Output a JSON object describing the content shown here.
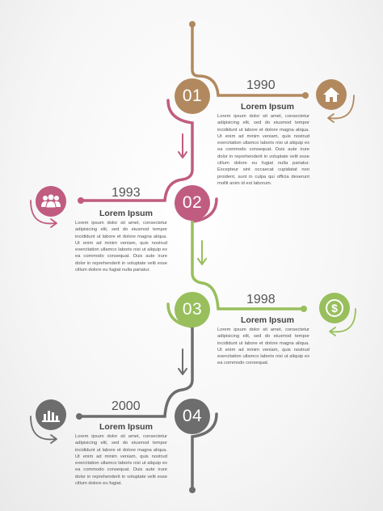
{
  "colors": {
    "brown": "#b2895f",
    "rose": "#c05c80",
    "green": "#98bf5c",
    "gray": "#6d6d6d"
  },
  "milestones": [
    {
      "number": "01",
      "year": "1990",
      "heading": "Lorem Ipsum",
      "text": "Lorem ipsum dolor sit amet, consectetur adipisicing elit, sed do eiusmod tempor incididunt ut labore et dolore magna aliqua. Ut enim ad minim veniam, quis nostrud exercitation ullamco laboris nisi ut aliquip ex ea commodo consequat. Duis aute irure dolor in reprehenderit in voluptate velit esse cillum dolore eu fugiat nulla pariatur. Excepteur sint occaecat cupidatat non proident, sunt in culpa qui officia deserunt mollit anim id est laborum.",
      "icon": "home-icon",
      "color": "brown"
    },
    {
      "number": "02",
      "year": "1993",
      "heading": "Lorem Ipsum",
      "text": "Lorem ipsum dolor sit amet, consectetur adipisicing elit, sed do eiusmod tempor incididunt ut labore et dolore magna aliqua. Ut enim ad minim veniam, quis nostrud exercitation ullamco laboris nisi ut aliquip ex ea commodo consequat. Duis aute irure dolor in reprehenderit in voluptate velit esse cillum dolore eu fugiat nulla pariatur.",
      "icon": "people-icon",
      "color": "rose"
    },
    {
      "number": "03",
      "year": "1998",
      "heading": "Lorem Ipsum",
      "text": "Lorem ipsum dolor sit amet, consectetur adipisicing elit, sed do eiusmod tempor incididunt ut labore et dolore magna aliqua. Ut enim ad minim veniam, quis nostrud exercitation ullamco laboris nisi ut aliquip ex ea commodo consequat.",
      "icon": "dollar-icon",
      "color": "green"
    },
    {
      "number": "04",
      "year": "2000",
      "heading": "Lorem Ipsum",
      "text": "Lorem ipsum dolor sit amet, consectetur adipisicing elit, sed do eiusmod tempor incididunt ut labore et dolore magna aliqua. Ut enim ad minim veniam, quis nostrud exercitation ullamco laboris nisi ut aliquip ex ea commodo consequat. Duis aute irure dolor in reprehenderit in voluptate velit esse cillum dolore eu fugiat.",
      "icon": "bar-chart-icon",
      "color": "gray"
    }
  ]
}
